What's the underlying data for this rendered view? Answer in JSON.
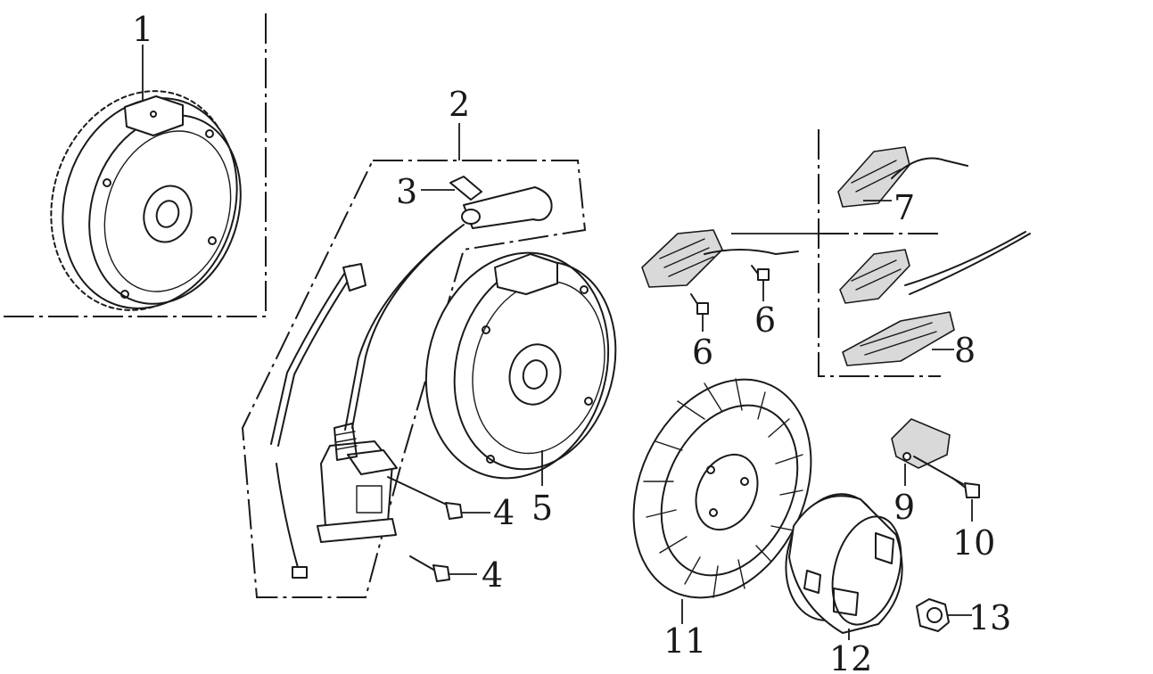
{
  "callouts": {
    "c1": "1",
    "c2": "2",
    "c3": "3",
    "c4a": "4",
    "c4b": "4",
    "c5": "5",
    "c6a": "6",
    "c6b": "6",
    "c7": "7",
    "c8": "8",
    "c9": "9",
    "c10": "10",
    "c11": "11",
    "c12": "12",
    "c13": "13"
  },
  "colors": {
    "ink": "#1a1a1a",
    "paper": "#ffffff"
  }
}
